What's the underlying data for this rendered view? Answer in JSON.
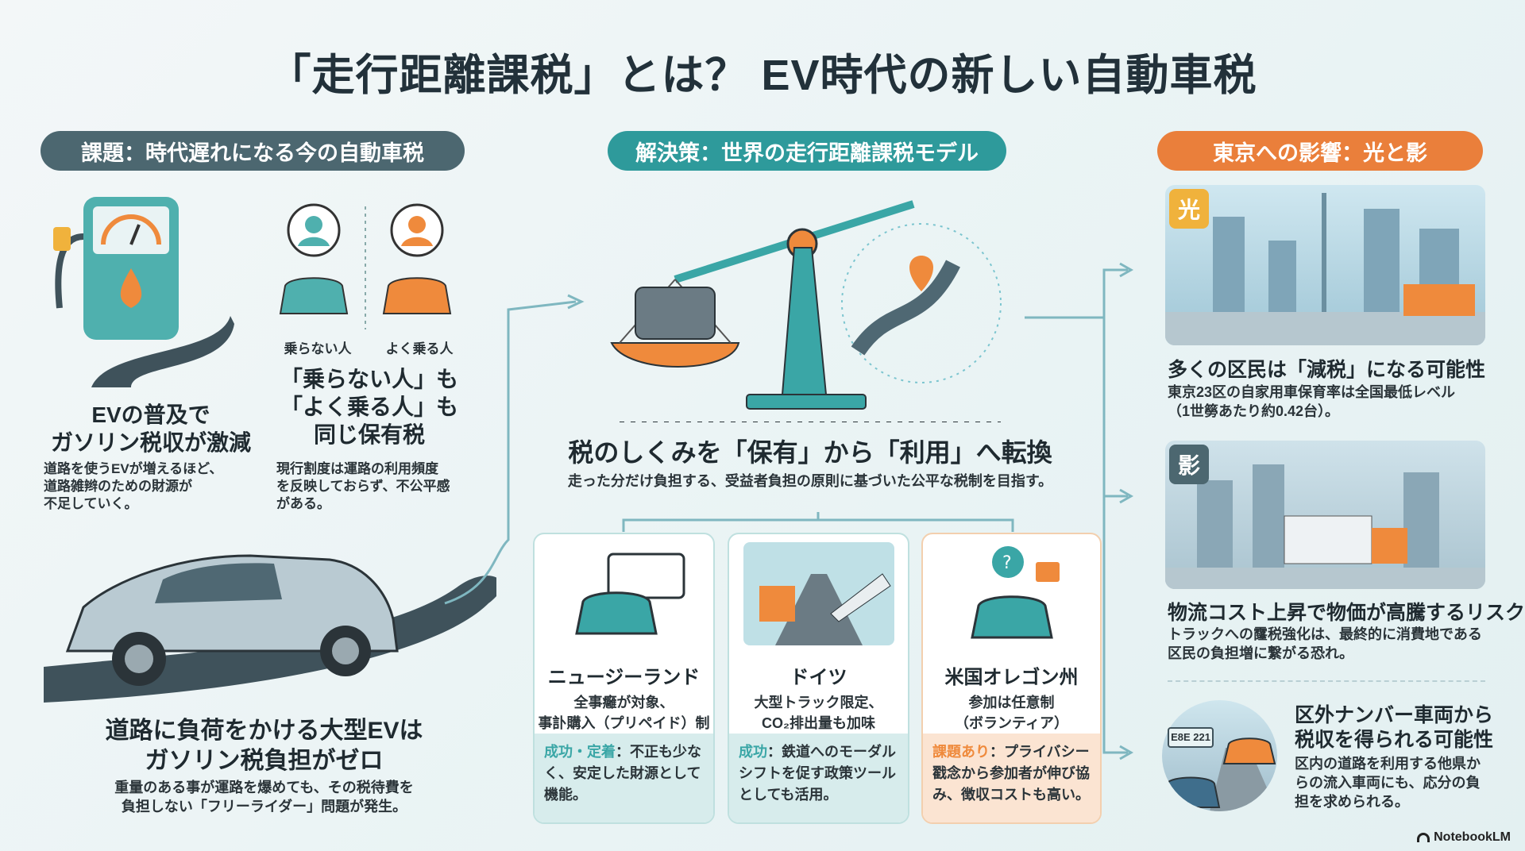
{
  "title": "「走行距離課税」とは？ EV時代の新しい自動車税",
  "colors": {
    "problem": "#4c6770",
    "solution": "#2e9a9b",
    "impact": "#ea7f3b",
    "accent_teal": "#3aa6a6",
    "accent_orange": "#ef8a3c"
  },
  "problem": {
    "header": "課題：時代遅れになる今の自動車税",
    "person_labels": [
      "乗らない人",
      "よく乗る人"
    ],
    "block1": {
      "heading": [
        "EVの普及で",
        "ガソリン税収が激減"
      ],
      "body": [
        "道路を使うEVが増えるほど、",
        "道路雑辫のための財源が",
        "不足していく。"
      ]
    },
    "block2": {
      "heading": [
        "「乗らない人」も",
        "「よく乗る人」も",
        "同じ保有税"
      ],
      "body": [
        "現行割度は運路の利用頻度",
        "を反映しておらず、不公平感",
        "がある。"
      ]
    },
    "block3": {
      "heading": [
        "道路に負荷をかける大型EVは",
        "ガソリン税負担がゼロ"
      ],
      "body": [
        "重量のある事が運路を爆めても、その税待費を",
        "負担しない「フリーライダー」問題が発生。"
      ]
    }
  },
  "solution": {
    "header": "解決策：世界の走行距離課税モデル",
    "heading": "税のしくみを「保有」から「利用」へ転換",
    "sub": "走った分だけ負担する、受益者負担の原則に基づいた公平な税制を目指す。",
    "cards": [
      {
        "name": "ニュージーランド",
        "desc": [
          "全事癰が対象、",
          "事訃購入（プリペイド）制"
        ],
        "result_label": "成功・定着",
        "result": "：不正も少なく、安定した財源として機能。"
      },
      {
        "name": "ドイツ",
        "desc": [
          "大型トラック限定、",
          "CO₂排出量も加味"
        ],
        "result_label": "成功",
        "result": "：鉄道へのモーダルシフトを促す政策ツールとしても活用。"
      },
      {
        "name": "米国オレゴン州",
        "desc": [
          "参加は任意制",
          "（ボランティア）"
        ],
        "result_label": "課題あり",
        "result": "：プライバシー戳念から参加者が伸び協み、徴収コストも高い。"
      }
    ]
  },
  "impact": {
    "header": "東京への影響：光と影",
    "light": {
      "tag": "光",
      "heading": "多くの区民は「減税」になる可能性",
      "body": [
        "東京23区の自家用車保育率は全国最低レベル",
        "（1世簩あたり約0.42台）。"
      ]
    },
    "shadow": {
      "tag": "影",
      "heading": "物流コスト上昇で物価が高騰するリスク",
      "body": [
        "トラックへの霳税強化は、最終的に消費地である",
        "区民の負担増に繋がる恐れ。"
      ]
    },
    "outside": {
      "plate": "E8E 221",
      "heading": [
        "区外ナンバー車両から",
        "税収を得られる可能性"
      ],
      "body": [
        "区内の道路を利用する他県か",
        "らの流入車両にも、応分の負",
        "担を求められる。"
      ]
    }
  },
  "branding": "NotebookLM"
}
